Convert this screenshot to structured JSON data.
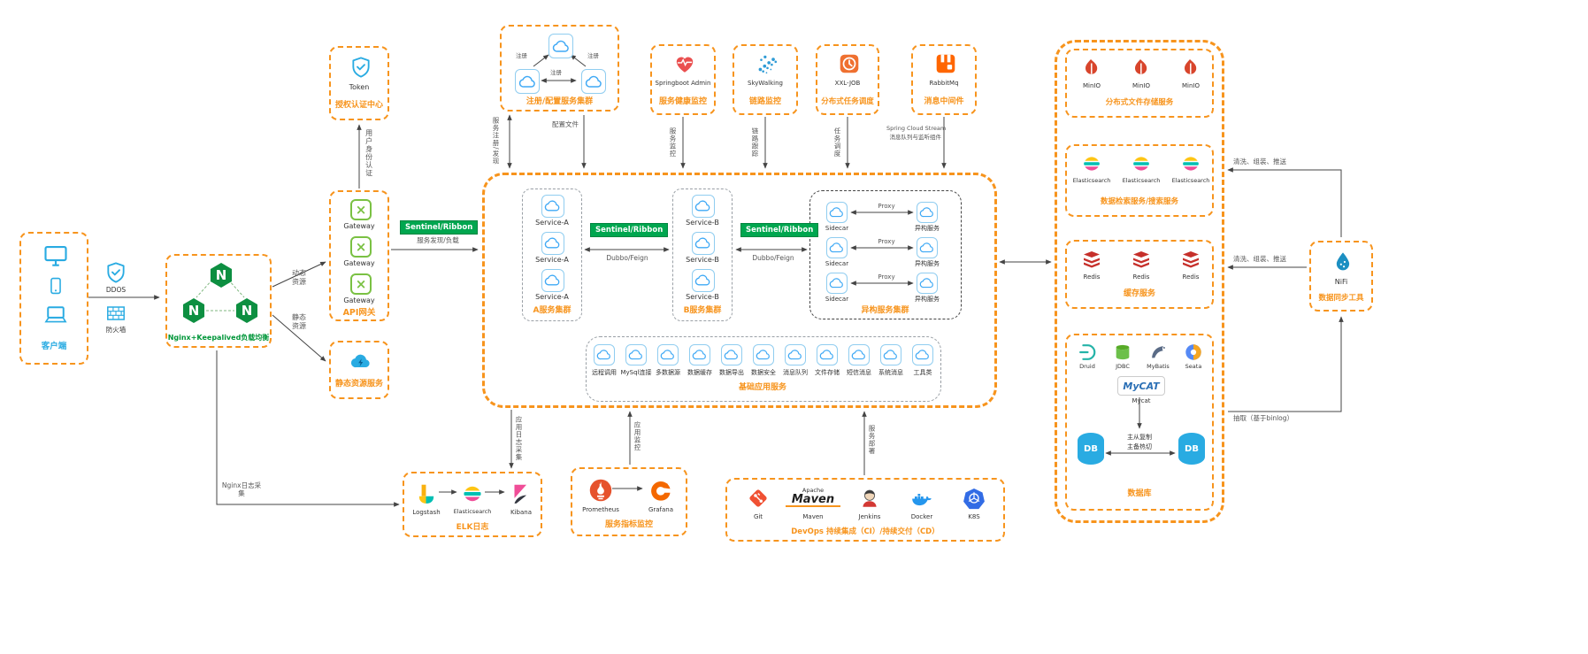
{
  "client": {
    "label": "客户端"
  },
  "security": {
    "ddos": "DDOS",
    "firewall": "防火墙"
  },
  "nginx": {
    "label": "Nginx+Keepalived负载均衡",
    "letter": "N"
  },
  "auth": {
    "name": "Token",
    "label": "授权认证中心"
  },
  "gateway": {
    "label": "API网关",
    "items": [
      "Gateway",
      "Gateway",
      "Gateway"
    ]
  },
  "static_res": {
    "label": "静态资源服务"
  },
  "registry": {
    "label": "注册/配置服务集群"
  },
  "top_services": [
    {
      "name": "Springboot Admin",
      "label": "服务健康监控"
    },
    {
      "name": "SkyWalking",
      "label": "链路监控"
    },
    {
      "name": "XXL-JOB",
      "label": "分布式任务调度"
    },
    {
      "name": "RabbitMq",
      "label": "消息中间件"
    }
  ],
  "center": {
    "sentinel": "Sentinel/Ribbon",
    "dubbo": "Dubbo/Feign",
    "cluster_a": {
      "label": "A服务集群",
      "item": "Service-A"
    },
    "cluster_b": {
      "label": "B服务集群",
      "item": "Service-B"
    },
    "hetero": {
      "label": "异构服务集群",
      "sidecar": "Sidecar",
      "proxy": "Proxy",
      "service": "异构服务"
    },
    "base": {
      "label": "基础应用服务",
      "items": [
        "远程调用",
        "MySql连接",
        "多数据源",
        "数据缓存",
        "数据导出",
        "数据安全",
        "消息队列",
        "文件存储",
        "短信消息",
        "系统消息",
        "工具类"
      ]
    }
  },
  "storage": {
    "minio": {
      "label": "分布式文件存储服务",
      "item": "MinIO"
    },
    "search": {
      "label": "数据检索服务/搜索服务",
      "item": "Elasticsearch"
    },
    "cache": {
      "label": "缓存服务",
      "item": "Redis"
    },
    "database": {
      "label": "数据库",
      "drivers": [
        "Druid",
        "JDBC",
        "MyBatis",
        "Seata"
      ],
      "mycat_logo": "MyCAT",
      "mycat": "Mycat",
      "db": "DB",
      "replication": "主从复制",
      "failover": "主备热切"
    }
  },
  "nifi": {
    "name": "NiFi",
    "label": "数据同步工具"
  },
  "elk": {
    "label": "ELK日志",
    "items": [
      "Logstash",
      "Elasticsearch",
      "Kibana"
    ]
  },
  "metrics": {
    "label": "服务指标监控",
    "items": [
      "Prometheus",
      "Grafana"
    ]
  },
  "devops": {
    "label": "DevOps 持续集成（CI）/持续交付（CD）",
    "items": [
      "Git",
      "Maven",
      "Jenkins",
      "Docker",
      "K8S"
    ],
    "maven_top": "Apache",
    "maven_main": "Maven"
  },
  "edges": {
    "dynamic": "动态资源",
    "static": "静态资源",
    "auth": "用户身份认证",
    "reg_discovery": "服务注册/发现",
    "config": "配置文件",
    "svc_monitor": "服务监控",
    "tracing": "链路跟踪",
    "job": "任务调度",
    "stream1": "Spring Cloud Stream",
    "stream2": "消息队列与监听组件",
    "discovery_lb": "服务发现/负载",
    "log_collect": "应用日志采集",
    "app_monitor": "应用监控",
    "deploy": "服务部署",
    "nginx_log": "Nginx日志采集",
    "clean": "清洗、组装、推送",
    "extract": "抽取（基于binlog）",
    "register": "注册"
  },
  "colors": {
    "accent": "#f7941d",
    "nginx_green": "#0d8f41",
    "blue": "#29abe2",
    "sentinel_bg": "#00a64f"
  }
}
